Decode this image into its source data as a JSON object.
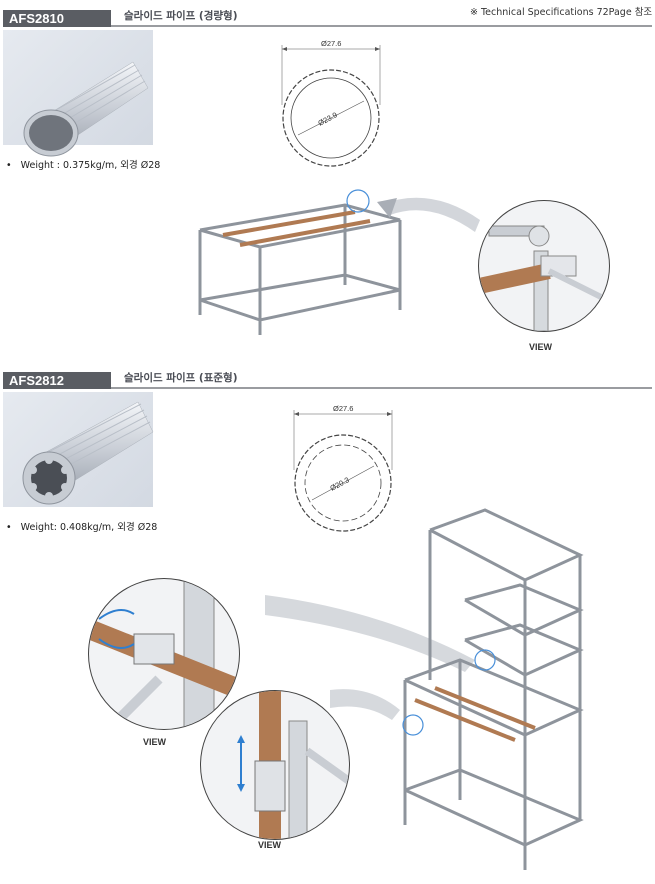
{
  "reference_note": "※ Technical Specifications 72Page 참조",
  "sections": [
    {
      "code": "AFS2810",
      "title": "슬라이드 파이프 (경량형)",
      "spec": "Weight : 0.375kg/m, 외경   Ø28",
      "outer_dim": "Ø27.6",
      "inner_dim": "Ø23.9",
      "view_label": "VIEW"
    },
    {
      "code": "AFS2812",
      "title": "슬라이드 파이프 (표준형)",
      "spec": "Weight: 0.408kg/m, 외경   Ø28",
      "outer_dim": "Ø27.6",
      "inner_dim": "Ø20.3",
      "view_label_a": "VIEW",
      "view_label_b": "VIEW"
    }
  ],
  "colors": {
    "tab": "#5a5d63",
    "rule": "#9a9ca0",
    "callout": "#4a90d9",
    "slide_pipe": "#b07a52",
    "frame": "#9aa0a8"
  }
}
